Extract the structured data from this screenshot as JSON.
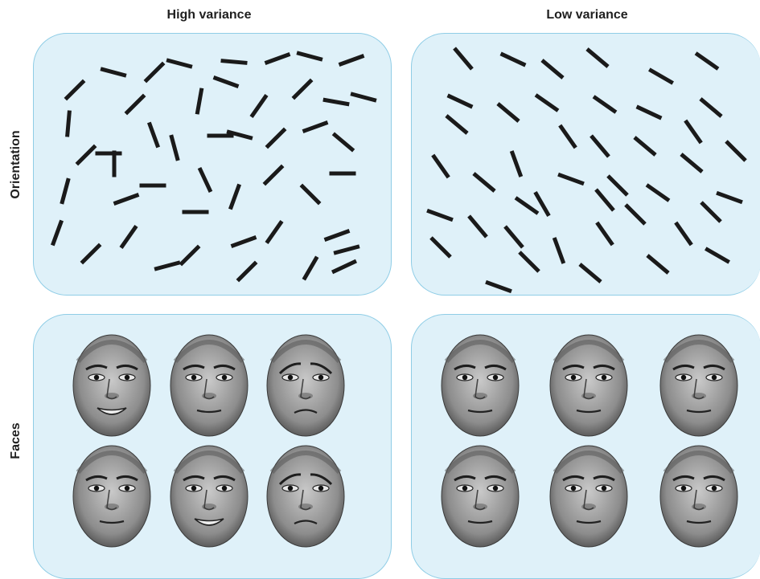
{
  "columns": {
    "high_label": "High variance",
    "low_label": "Low variance"
  },
  "rows": {
    "orientation_label": "Orientation",
    "faces_label": "Faces"
  },
  "colors": {
    "panel_fill": "#dff1f9",
    "panel_border": "#8fcde6",
    "bar": "#1a1a1a"
  },
  "faces": {
    "high_variance_expressions": [
      "happy",
      "neutral",
      "sad",
      "neutral",
      "happy",
      "sad"
    ],
    "low_variance_expressions": [
      "neutral",
      "neutral",
      "neutral",
      "neutral",
      "neutral",
      "neutral"
    ]
  }
}
